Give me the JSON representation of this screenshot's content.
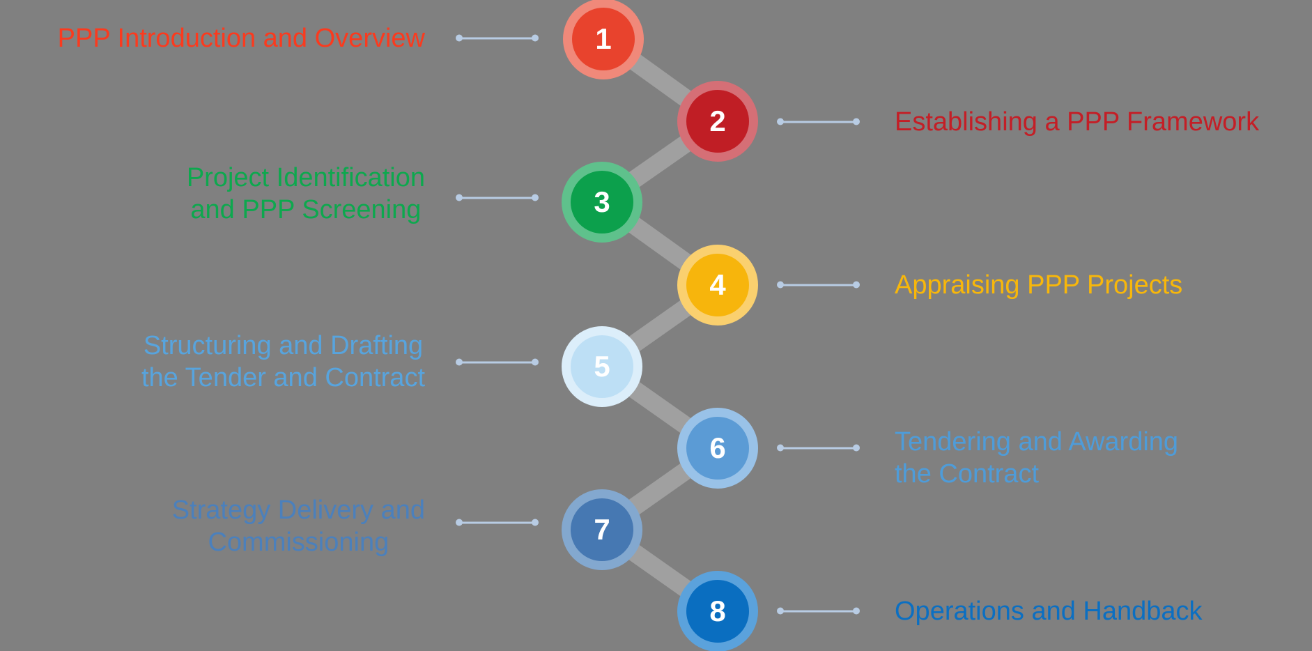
{
  "colors": {
    "background": "#808080",
    "band": "#A0A0A0",
    "tie": "#B8CCE4"
  },
  "steps": [
    {
      "number": "1",
      "side": "left",
      "lines": [
        "PPP Introduction and Overview"
      ],
      "fill": "#E8432D",
      "ring": "#F0897A",
      "text": "#FB3A1E"
    },
    {
      "number": "2",
      "side": "right",
      "lines": [
        "Establishing a PPP Framework"
      ],
      "fill": "#C01E25",
      "ring": "#D56F76",
      "text": "#C41E26"
    },
    {
      "number": "3",
      "side": "left",
      "lines": [
        "Project Identification",
        "and PPP Screening"
      ],
      "fill": "#0CA04C",
      "ring": "#5FC18C",
      "text": "#0DA84E"
    },
    {
      "number": "4",
      "side": "right",
      "lines": [
        "Appraising PPP Projects"
      ],
      "fill": "#F7B50C",
      "ring": "#FAD06F",
      "text": "#F8B70A"
    },
    {
      "number": "5",
      "side": "left",
      "lines": [
        "Structuring and Drafting",
        "the Tender and Contract"
      ],
      "fill": "#BDDFF5",
      "ring": "#DCEEFA",
      "text": "#57A4DE"
    },
    {
      "number": "6",
      "side": "right",
      "lines": [
        "Tendering and Awarding",
        "the Contract"
      ],
      "fill": "#5B9BD5",
      "ring": "#99C2E8",
      "text": "#4E9CD9"
    },
    {
      "number": "7",
      "side": "left",
      "lines": [
        "Strategy Delivery and",
        "Commissioning"
      ],
      "fill": "#4678B2",
      "ring": "#83A8CF",
      "text": "#4B80BC"
    },
    {
      "number": "8",
      "side": "right",
      "lines": [
        "Operations and Handback"
      ],
      "fill": "#0A6EC0",
      "ring": "#5BA2DC",
      "text": "#0B6FC2"
    }
  ]
}
